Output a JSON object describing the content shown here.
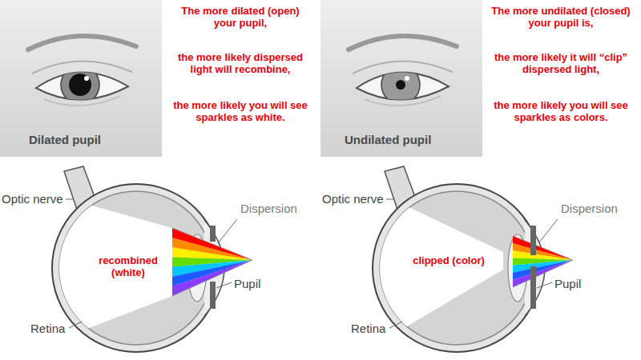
{
  "diagram": {
    "labels": [
      "Dilated pupil",
      "The more dilated (open) your pupil,",
      "the more likely dispersed light will recombine,",
      "the more likely you will see sparkles as white.",
      "Undilated pupil",
      "The more undilated (closed) your pupil is,",
      "the more likely it will “clip” dispersed light,",
      "the more likely you will see sparkles as colors.",
      "Optic nerve",
      "Dispersion",
      "recombined (white)",
      "Pupil",
      "Retina",
      "Optic nerve",
      "Dispersion",
      "clipped (color)",
      "Pupil",
      "Retina"
    ]
  }
}
